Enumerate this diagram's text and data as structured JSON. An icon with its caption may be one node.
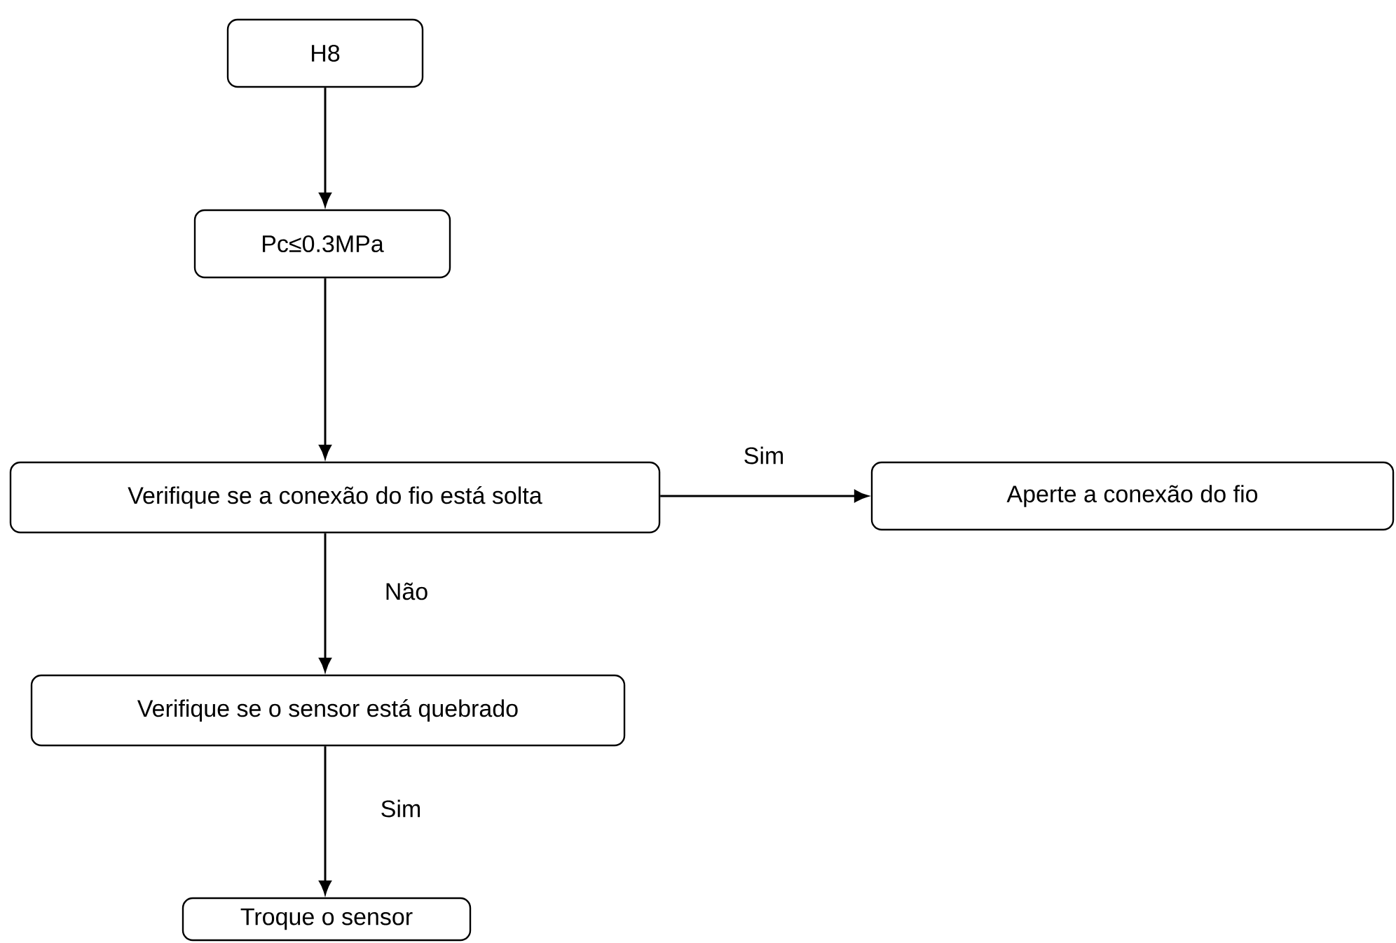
{
  "diagram": {
    "nodes": [
      {
        "text": [
          "H8"
        ]
      },
      {
        "text": [
          "Pc≤0.3MPa"
        ]
      },
      {
        "text": [
          "Verifique se a conexão do fio está solta"
        ]
      },
      {
        "text": [
          "Aperte a conexão do fio"
        ]
      },
      {
        "text": [
          "Verifique se o sensor está quebrado"
        ]
      },
      {
        "text": [
          "Troque o sensor"
        ]
      }
    ],
    "edges": [
      {
        "from": 0,
        "to": 1,
        "arrow": "to"
      },
      {
        "from": 1,
        "to": 2,
        "arrow": "to"
      },
      {
        "from": 2,
        "to": 3,
        "arrow": "to",
        "label": "Sim"
      },
      {
        "from": 2,
        "to": 4,
        "arrow": "to",
        "label": "Não"
      },
      {
        "from": 4,
        "to": 5,
        "arrow": "to",
        "label": "Sim"
      }
    ]
  }
}
